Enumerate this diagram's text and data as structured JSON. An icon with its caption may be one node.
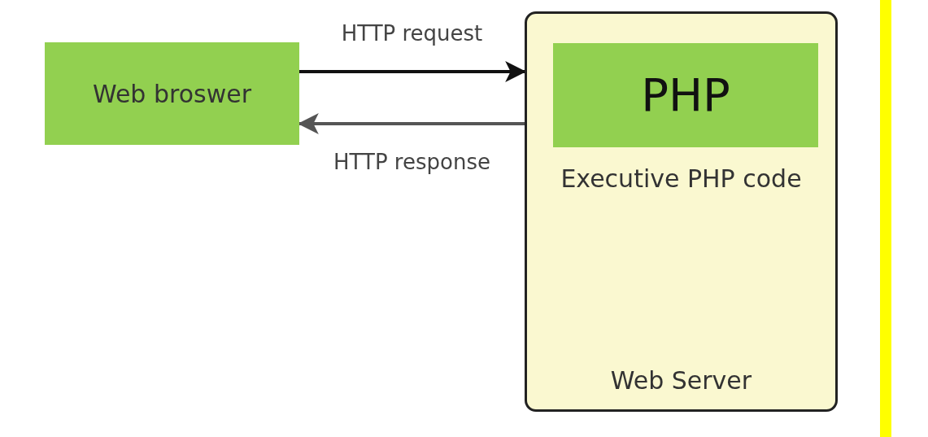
{
  "diagram": {
    "nodes": [
      {
        "text": [
          "Web broswer"
        ]
      },
      {
        "text": [
          "Executive PHP code",
          "Web Server"
        ]
      },
      {
        "text": [
          "PHP"
        ],
        "in": 1
      },
      {
        "text": [],
        "shape": "bar"
      }
    ],
    "edges": [
      {
        "from": 0,
        "to": 1,
        "arrow": "to",
        "label": "HTTP request"
      },
      {
        "from": 1,
        "to": 0,
        "arrow": "to",
        "label": "HTTP response",
        "color": "#555555"
      }
    ]
  }
}
